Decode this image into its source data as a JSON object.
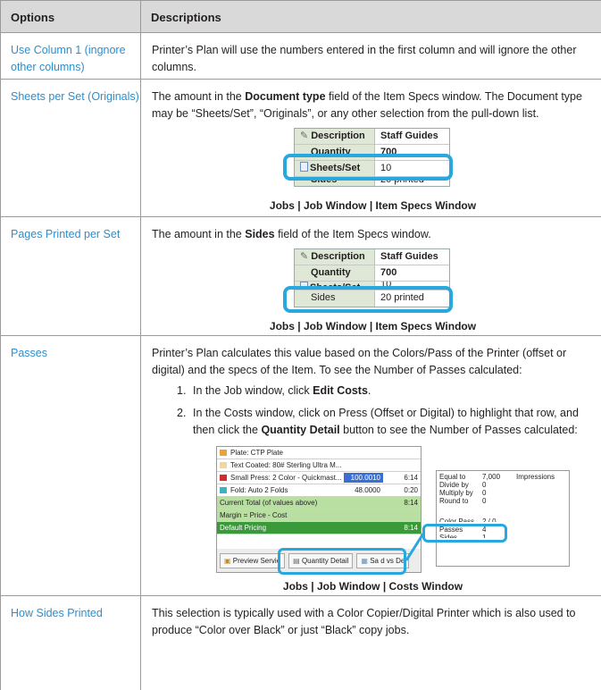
{
  "header": {
    "options": "Options",
    "descriptions": "Descriptions"
  },
  "rows": {
    "r1": {
      "option": "Use Column 1 (ingnore other columns)",
      "desc": "Printer’s Plan will use the numbers entered in the first column and will ignore the other columns."
    },
    "r2": {
      "option": "Sheets per Set (Originals)",
      "desc_pre": "The amount in the ",
      "desc_bold": "Document type",
      "desc_post": " field of the Item Specs window. The Document type may be “Sheets/Set”, “Originals”, or any other selection from the pull-down list.",
      "caption": "Jobs | Job Window | Item Specs Window"
    },
    "r3": {
      "option": "Pages Printed per Set",
      "desc_pre": "The amount in the ",
      "desc_bold": "Sides",
      "desc_post": " field of the Item Specs window.",
      "caption": "Jobs | Job Window | Item Specs Window"
    },
    "r4": {
      "option": "Passes",
      "desc": "Printer’s Plan calculates this value based on the Colors/Pass of the Printer (offset or digital) and the specs of the Item. To see the Number of Passes calculated:",
      "step1_num": "1.",
      "step1_pre": "In the Job window, click ",
      "step1_bold": "Edit Costs",
      "step1_post": ".",
      "step2_num": "2.",
      "step2_pre": "In the Costs window, click on Press (Offset or Digital) to highlight that row, and then click the ",
      "step2_bold": "Quantity Detail",
      "step2_post": " button to see the Number of Passes calculated:",
      "caption": "Jobs | Job Window | Costs Window"
    },
    "r5": {
      "option": "How Sides Printed",
      "desc": "This selection is typically used with a Color Copier/Digital Printer which is also used to produce “Color over Black” or just “Black” copy jobs."
    }
  },
  "specs_window": {
    "description_label": "Description",
    "description_value": "Staff Guides",
    "quantity_label": "Quantity",
    "quantity_value": "700",
    "sheets_label": "Sheets/Set",
    "sheets_value": "10",
    "sides_label": "Sides",
    "sides_value": "20 printed"
  },
  "costs_window": {
    "rows": [
      {
        "name": "Plate: CTP Plate",
        "color": "#e8a33a",
        "v1": "",
        "v2": ""
      },
      {
        "name": "Text Coated: 80# Sterling Ultra M...",
        "color": "#f0d79b",
        "v1": "",
        "v2": ""
      },
      {
        "name": "Small Press: 2 Color - Quickmast...",
        "color": "#d42b2b",
        "v1": "100.0010",
        "v2": "6:14"
      },
      {
        "name": "Fold: Auto 2 Folds",
        "color": "#3ab3c6",
        "v1": "48.0000",
        "v2": "0:20"
      }
    ],
    "current_total": "Current Total (of values above)",
    "current_total_time": "8:14",
    "margin": "Margin = Price - Cost",
    "default_pricing": "Default Pricing",
    "default_pricing_time": "8:14",
    "btn_preview": "Preview Servi",
    "btn_preview_tail": "e",
    "btn_quantity": "Quantity Detail",
    "btn_saved": "Sa  d vs De"
  },
  "quantity_panel": {
    "equal_to": "Equal to",
    "equal_val": "7,000",
    "impressions": "Impressions",
    "divide_by": "Divide by",
    "divide_val": "0",
    "multiply_by": "Multiply by",
    "multiply_val": "0",
    "round_to": "Round to",
    "round_val": "0",
    "color_pass": "Color Pass",
    "color_pass_val": "2 / 0",
    "passes": "Passes",
    "passes_val": "4",
    "sides": "Sides",
    "sides_val": "1"
  }
}
